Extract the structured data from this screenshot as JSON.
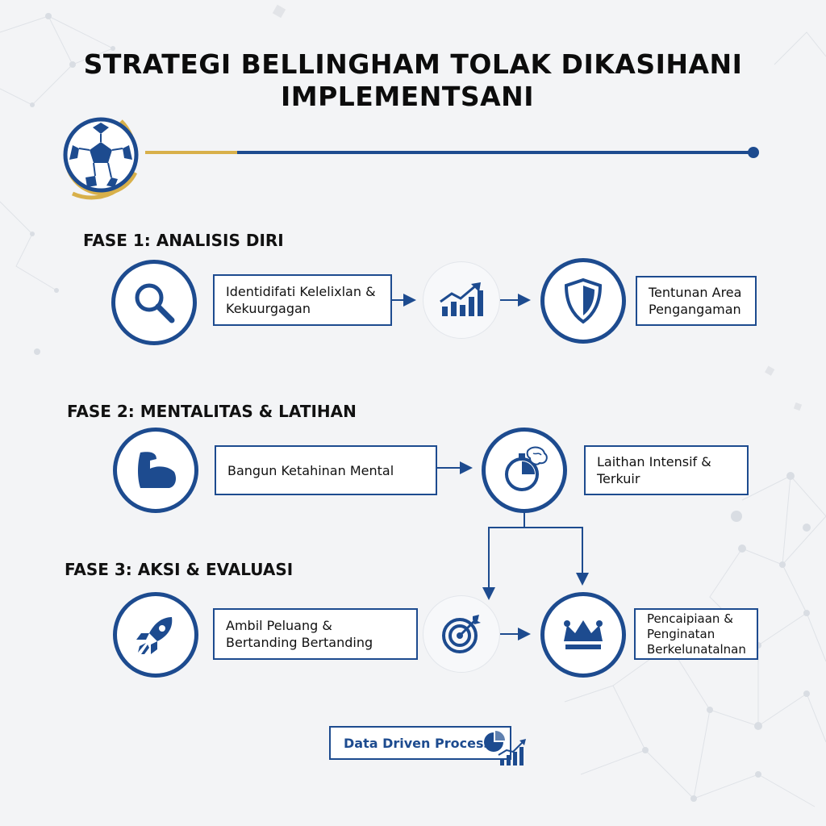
{
  "title": {
    "line1": "STRATEGI BELLINGHAM TOLAK DIKASIHANI",
    "line2": "IMPLEMENTSANI"
  },
  "colors": {
    "primary": "#1d4b8f",
    "accent": "#d8b04a",
    "background": "#f3f4f6"
  },
  "phases": [
    {
      "label": "FASE 1: ANALISIS DIRI",
      "icons": [
        "magnifier-icon",
        "growth-chart-icon",
        "shield-icon"
      ],
      "steps": [
        "Identidifati Kelelixlan & Kekuurgagan",
        "Tentunan Area Pengangaman"
      ]
    },
    {
      "label": "FASE 2: MENTALITAS & LATIHAN",
      "icons": [
        "flexed-arm-icon",
        "stopwatch-brain-icon"
      ],
      "steps": [
        "Bangun Ketahinan Mental",
        "Laithan Intensif & Terkuir"
      ]
    },
    {
      "label": "FASE 3: AKSI & EVALUASI",
      "icons": [
        "rocket-icon",
        "target-icon",
        "crown-icon"
      ],
      "steps": [
        "Ambil Peluang & Bertanding Bertanding",
        "Pencaipiaan & Penginatan Berkelunatalnan"
      ]
    }
  ],
  "footer": {
    "label": "Data Driven Process",
    "icon": "pie-bar-chart-icon"
  },
  "header_icon": "soccer-ball-icon"
}
